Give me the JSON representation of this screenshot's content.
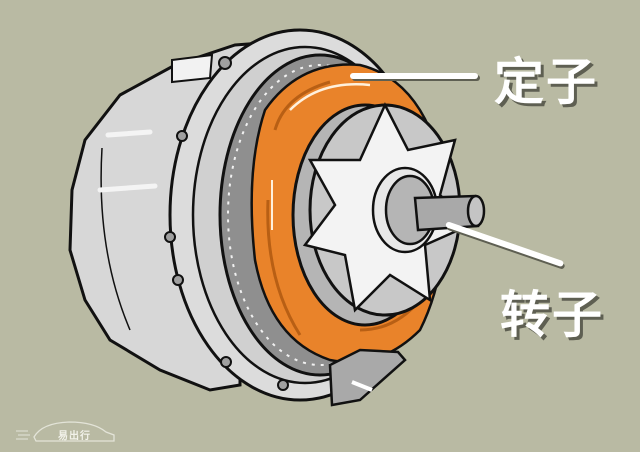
{
  "illustration": {
    "subject": "electric motor cutaway",
    "background_color": "#b9baa3",
    "colors": {
      "housing": "#d7d7d7",
      "housing_shadow": "#a9a9a9",
      "stator_ring": "#8f8f8f",
      "windings": "#e9832a",
      "windings_dark": "#b85f14",
      "rotor_face": "#f1f1f1",
      "rotor_gray": "#b5b5b5",
      "outline": "#111111"
    }
  },
  "labels": {
    "stator": "定子",
    "rotor": "转子"
  },
  "watermark": {
    "icon": "car-outline-icon",
    "text": "易出行"
  }
}
